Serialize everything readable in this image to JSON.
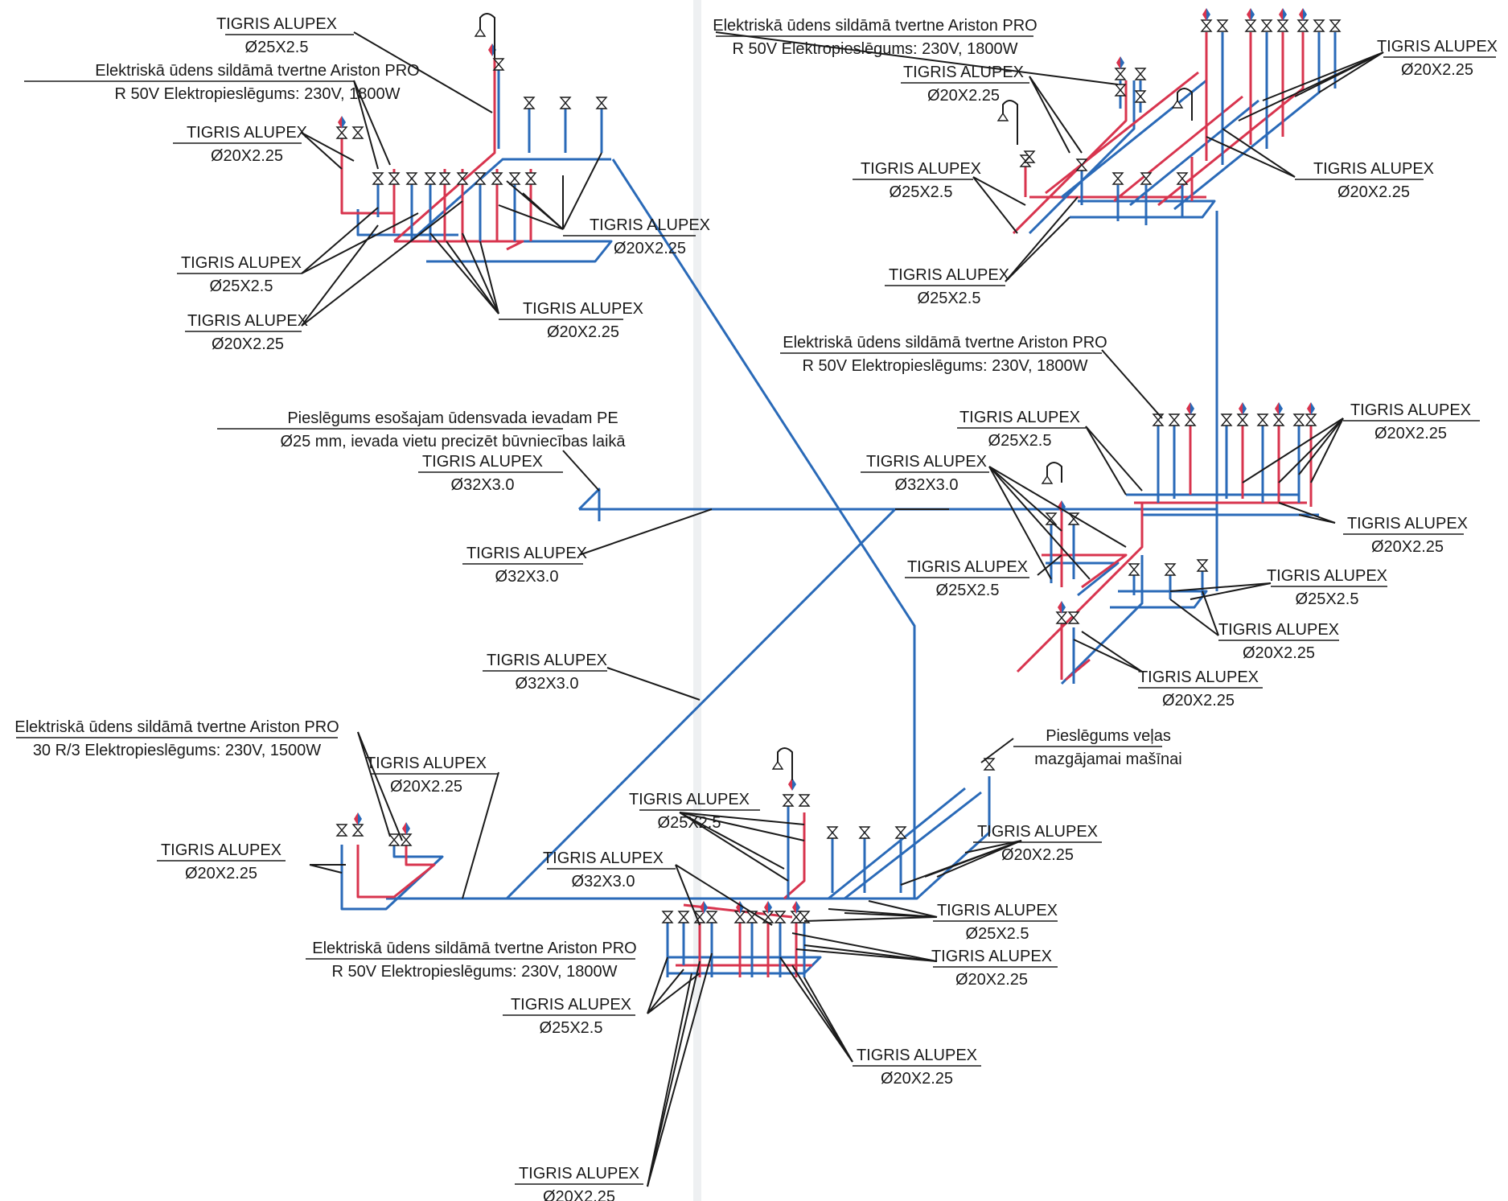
{
  "colors": {
    "cold_water": "#2a6ab8",
    "hot_water": "#d8344e",
    "leader": "#1a1a1a",
    "background": "#ffffff"
  },
  "icons": [
    "valve-icon",
    "mixer-tap-icon",
    "shower-head-icon"
  ],
  "labels": [
    {
      "id": "l1",
      "lines": [
        "TIGRIS ALUPEX",
        "Ø25X2.5"
      ]
    },
    {
      "id": "l2",
      "lines": [
        "Elektriskā ūdens sildāmā tvertne Ariston PRO",
        "R 50V Elektropieslēgums: 230V, 1800W"
      ]
    },
    {
      "id": "l3",
      "lines": [
        "TIGRIS ALUPEX",
        "Ø20X2.25"
      ]
    },
    {
      "id": "l4",
      "lines": [
        "TIGRIS ALUPEX",
        "Ø20X2.25"
      ]
    },
    {
      "id": "l5",
      "lines": [
        "TIGRIS ALUPEX",
        "Ø25X2.5"
      ]
    },
    {
      "id": "l6",
      "lines": [
        "TIGRIS ALUPEX",
        "Ø20X2.25"
      ]
    },
    {
      "id": "l7",
      "lines": [
        "TIGRIS ALUPEX",
        "Ø20X2.25"
      ]
    },
    {
      "id": "l8",
      "lines": [
        "Elektriskā ūdens sildāmā tvertne Ariston PRO",
        "R 50V Elektropieslēgums: 230V, 1800W"
      ]
    },
    {
      "id": "l9",
      "lines": [
        "TIGRIS ALUPEX",
        "Ø20X2.25"
      ]
    },
    {
      "id": "l10",
      "lines": [
        "TIGRIS ALUPEX",
        "Ø20X2.25"
      ]
    },
    {
      "id": "l11",
      "lines": [
        "TIGRIS ALUPEX",
        "Ø25X2.5"
      ]
    },
    {
      "id": "l12",
      "lines": [
        "TIGRIS ALUPEX",
        "Ø20X2.25"
      ]
    },
    {
      "id": "l13",
      "lines": [
        "TIGRIS ALUPEX",
        "Ø25X2.5"
      ]
    },
    {
      "id": "l14",
      "lines": [
        "Elektriskā ūdens sildāmā tvertne Ariston PRO",
        "R 50V Elektropieslēgums: 230V, 1800W"
      ]
    },
    {
      "id": "l15",
      "lines": [
        "Pieslēgums esošajam ūdensvada ievadam PE",
        "Ø25 mm, ievada vietu precizēt būvniecības laikā"
      ]
    },
    {
      "id": "l16",
      "lines": [
        "TIGRIS ALUPEX",
        "Ø32X3.0"
      ]
    },
    {
      "id": "l17",
      "lines": [
        "TIGRIS ALUPEX",
        "Ø25X2.5"
      ]
    },
    {
      "id": "l18",
      "lines": [
        "TIGRIS ALUPEX",
        "Ø20X2.25"
      ]
    },
    {
      "id": "l19",
      "lines": [
        "TIGRIS ALUPEX",
        "Ø32X3.0"
      ]
    },
    {
      "id": "l20",
      "lines": [
        "TIGRIS ALUPEX",
        "Ø20X2.25"
      ]
    },
    {
      "id": "l21",
      "lines": [
        "TIGRIS ALUPEX",
        "Ø32X3.0"
      ]
    },
    {
      "id": "l22",
      "lines": [
        "TIGRIS ALUPEX",
        "Ø25X2.5"
      ]
    },
    {
      "id": "l23",
      "lines": [
        "TIGRIS ALUPEX",
        "Ø25X2.5"
      ]
    },
    {
      "id": "l24",
      "lines": [
        "TIGRIS ALUPEX",
        "Ø20X2.25"
      ]
    },
    {
      "id": "l25",
      "lines": [
        "TIGRIS ALUPEX",
        "Ø20X2.25"
      ]
    },
    {
      "id": "l26",
      "lines": [
        "TIGRIS ALUPEX",
        "Ø32X3.0"
      ]
    },
    {
      "id": "l27",
      "lines": [
        "Elektriskā ūdens sildāmā tvertne Ariston PRO",
        "30 R/3 Elektropieslēgums: 230V, 1500W"
      ]
    },
    {
      "id": "l28",
      "lines": [
        "TIGRIS ALUPEX",
        "Ø20X2.25"
      ]
    },
    {
      "id": "l29",
      "lines": [
        "TIGRIS ALUPEX",
        "Ø20X2.25"
      ]
    },
    {
      "id": "l30",
      "lines": [
        "Pieslēgums veļas",
        "mazgājamai mašīnai"
      ]
    },
    {
      "id": "l31",
      "lines": [
        "TIGRIS ALUPEX",
        "Ø25X2.5"
      ]
    },
    {
      "id": "l32",
      "lines": [
        "TIGRIS ALUPEX",
        "Ø20X2.25"
      ]
    },
    {
      "id": "l33",
      "lines": [
        "TIGRIS ALUPEX",
        "Ø32X3.0"
      ]
    },
    {
      "id": "l34",
      "lines": [
        "TIGRIS ALUPEX",
        "Ø25X2.5"
      ]
    },
    {
      "id": "l35",
      "lines": [
        "TIGRIS ALUPEX",
        "Ø20X2.25"
      ]
    },
    {
      "id": "l36",
      "lines": [
        "Elektriskā ūdens sildāmā tvertne Ariston PRO",
        "R 50V Elektropieslēgums: 230V, 1800W"
      ]
    },
    {
      "id": "l37",
      "lines": [
        "TIGRIS ALUPEX",
        "Ø25X2.5"
      ]
    },
    {
      "id": "l38",
      "lines": [
        "TIGRIS ALUPEX",
        "Ø20X2.25"
      ]
    },
    {
      "id": "l39",
      "lines": [
        "TIGRIS ALUPEX",
        "Ø20X2.25"
      ]
    }
  ]
}
